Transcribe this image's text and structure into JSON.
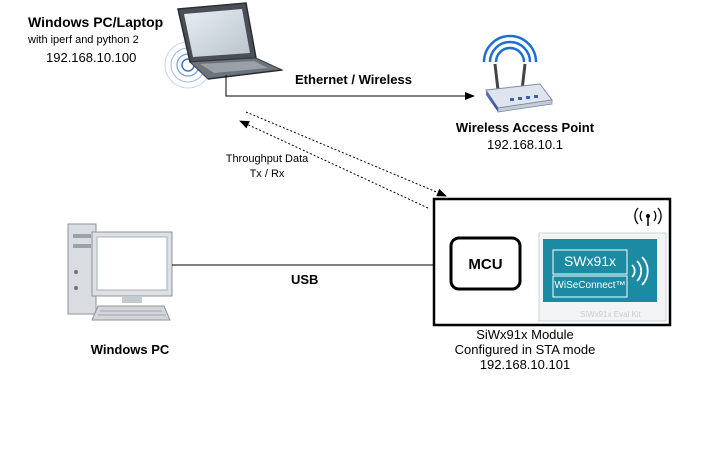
{
  "laptop": {
    "title": "Windows PC/Laptop",
    "subtitle": "with iperf and python 2",
    "ip": "192.168.10.100"
  },
  "link_top": {
    "label": "Ethernet / Wireless"
  },
  "access_point": {
    "title": "Wireless Access Point",
    "ip": "192.168.10.1"
  },
  "throughput": {
    "line1": "Throughput Data",
    "line2": "Tx / Rx"
  },
  "pc": {
    "title": "Windows PC"
  },
  "link_usb": {
    "label": "USB"
  },
  "module": {
    "mcu_label": "MCU",
    "chip_name": "SWx91x",
    "chip_brand": "WiSeConnect™",
    "board_label": "SiWx91x Eval Kit",
    "name": "SiWx91x Module",
    "mode": "Configured in STA mode",
    "ip": "192.168.10.101"
  },
  "colors": {
    "chip_bg": "#1b8aa3",
    "ap_blue": "#3b5fa8",
    "ap_signal": "#1e6fd0",
    "laptop_blue": "#3a73c8"
  }
}
